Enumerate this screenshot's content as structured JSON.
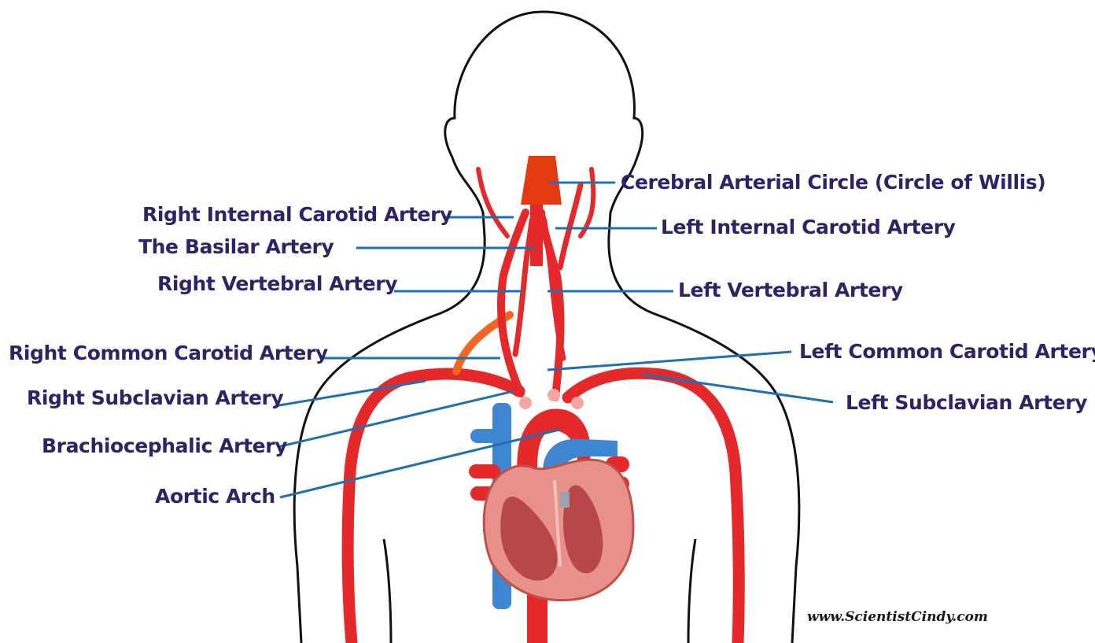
{
  "labels": {
    "circle_of_willis": "Cerebral Arterial Circle (Circle of Willis)",
    "right_internal_carotid": "Right Internal Carotid Artery",
    "left_internal_carotid": "Left Internal Carotid Artery",
    "basilar": "The Basilar Artery",
    "right_vertebral": "Right Vertebral Artery",
    "left_vertebral": "Left Vertebral Artery",
    "right_common_carotid": "Right Common Carotid Artery",
    "left_common_carotid": "Left Common Carotid Artery",
    "right_subclavian": "Right Subclavian Artery",
    "left_subclavian": "Left Subclavian Artery",
    "brachiocephalic": "Brachiocephalic Artery",
    "aortic_arch": "Aortic Arch"
  },
  "watermark": "www.ScientistCindy.com",
  "colors": {
    "label_text": "#2b2466",
    "leader_line": "#1f6fb3",
    "artery": "#e5282a",
    "brachiocephalic_branch": "#f26522",
    "vein": "#3f86d0",
    "heart_muscle": "#e8918a",
    "outline": "#111111"
  }
}
